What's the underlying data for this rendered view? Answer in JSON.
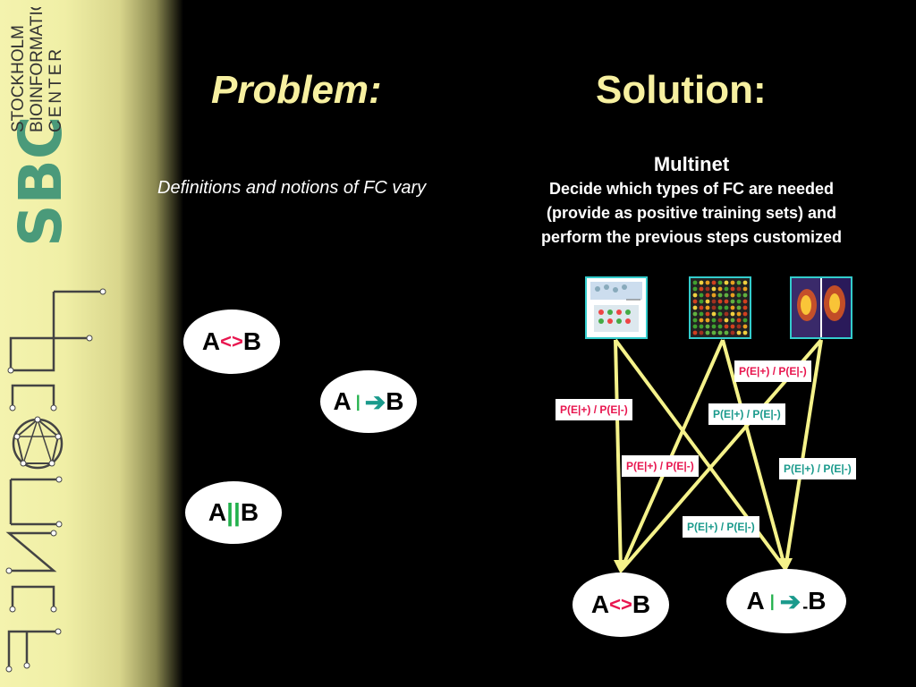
{
  "sidebar": {
    "line1": "STOCKHOLM",
    "line2": "BIOINFORMATICS",
    "line3": "CENTER",
    "sbc": "SBC",
    "logo": "FunCoup"
  },
  "problem": {
    "title": "Problem:",
    "text": "Definitions and notions of FC vary",
    "ovals": [
      {
        "a": "A",
        "sym": "<>",
        "b": "B"
      },
      {
        "a": "A",
        "sym1": "|",
        "sym2": "➔",
        "b": "B"
      },
      {
        "a": "A",
        "sym": "||",
        "b": "B"
      }
    ]
  },
  "solution": {
    "title": "Solution:",
    "multinet_title": "Multinet",
    "lines": [
      "Decide which types of FC are needed",
      "(provide as positive training sets) and",
      "perform the previous steps customized"
    ],
    "likelihood_label": "P(E|+) / P(E|-)",
    "target_left": {
      "a": "A",
      "sym": "<>",
      "b": "B"
    },
    "target_right": {
      "a": "A",
      "sym1": "|",
      "sym2": "➔",
      "sym3": "-",
      "b": "B"
    }
  },
  "colors": {
    "accent_red": "#e8164f",
    "accent_green": "#22b14c",
    "accent_teal": "#1a9a8c",
    "line_yellow": "#f5f28a",
    "title_yellow": "#f7f0a0"
  },
  "icons": [
    "microarray-icon",
    "expression-grid-icon",
    "localization-image-icon"
  ]
}
